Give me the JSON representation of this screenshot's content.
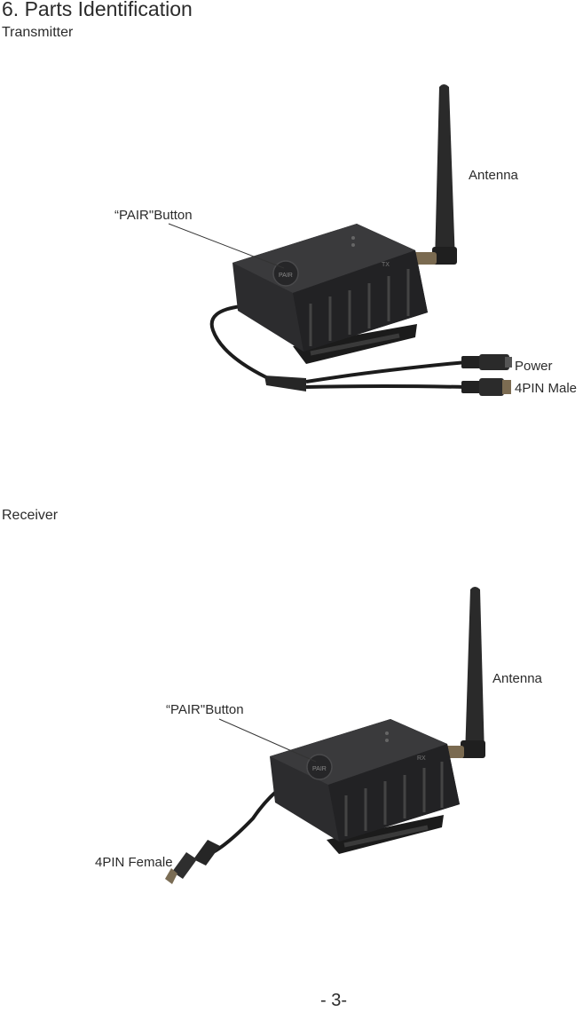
{
  "page": {
    "heading": "6. Parts Identification",
    "page_number": "- 3-"
  },
  "transmitter": {
    "title": "Transmitter",
    "labels": {
      "antenna": "Antenna",
      "pair_button": "“PAIR\"Button",
      "power": "Power",
      "connector": "4PIN Male"
    },
    "device_marking": "TX"
  },
  "receiver": {
    "title": "Receiver",
    "labels": {
      "antenna": "Antenna",
      "pair_button": "“PAIR\"Button",
      "connector": "4PIN Female"
    },
    "device_marking": "RX"
  },
  "device": {
    "button_text": "PAIR",
    "body_color": "#2c2c2e",
    "accent_color": "#1a1a1a"
  }
}
